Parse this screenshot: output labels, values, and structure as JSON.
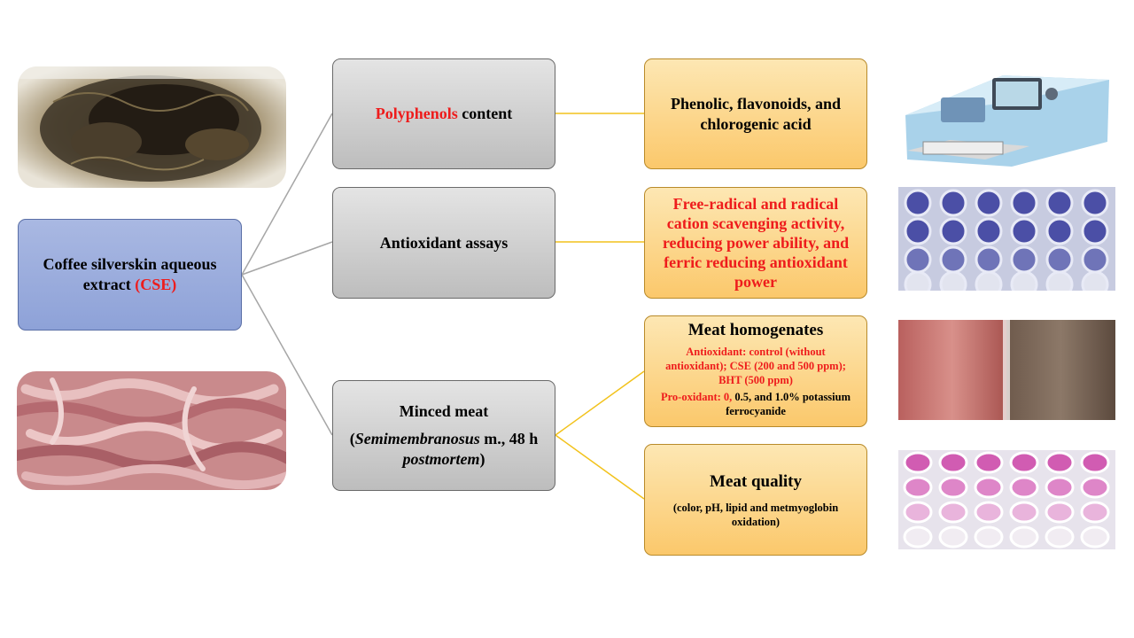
{
  "root": {
    "line1": "Coffee silverskin aqueous",
    "line2_pre": "extract ",
    "line2_red": "(CSE)"
  },
  "polyphenols": {
    "red": "Polyphenols",
    "rest": " content"
  },
  "antioxidant_assays": {
    "label": "Antioxidant assays"
  },
  "minced_meat": {
    "title": "Minced meat",
    "sub_open": "(",
    "sub_italic1": "Semimembranosus",
    "sub_mid": " m., 48 h ",
    "sub_italic2": "postmortem",
    "sub_close": ")"
  },
  "phenolic": {
    "label": "Phenolic, flavonoids, and chlorogenic acid"
  },
  "free_radical": {
    "label": "Free-radical and radical cation scavenging activity, reducing power ability, and ferric reducing antioxidant power"
  },
  "homogenates": {
    "title": "Meat homogenates",
    "antioxidant": "Antioxidant: control (without antioxidant); CSE (200 and 500 ppm); BHT (500 ppm)",
    "prooxidant_red": "Pro-oxidant: 0,",
    "prooxidant_rest": " 0.5, and 1.0% potassium ferrocyanide"
  },
  "quality": {
    "title": "Meat quality",
    "detail": "(color, pH, lipid and metmyoglobin oxidation)"
  },
  "colors": {
    "connector_gray": "#a6a6a6",
    "connector_yellow": "#f2c21b",
    "accent_red": "#ee1c1c"
  }
}
